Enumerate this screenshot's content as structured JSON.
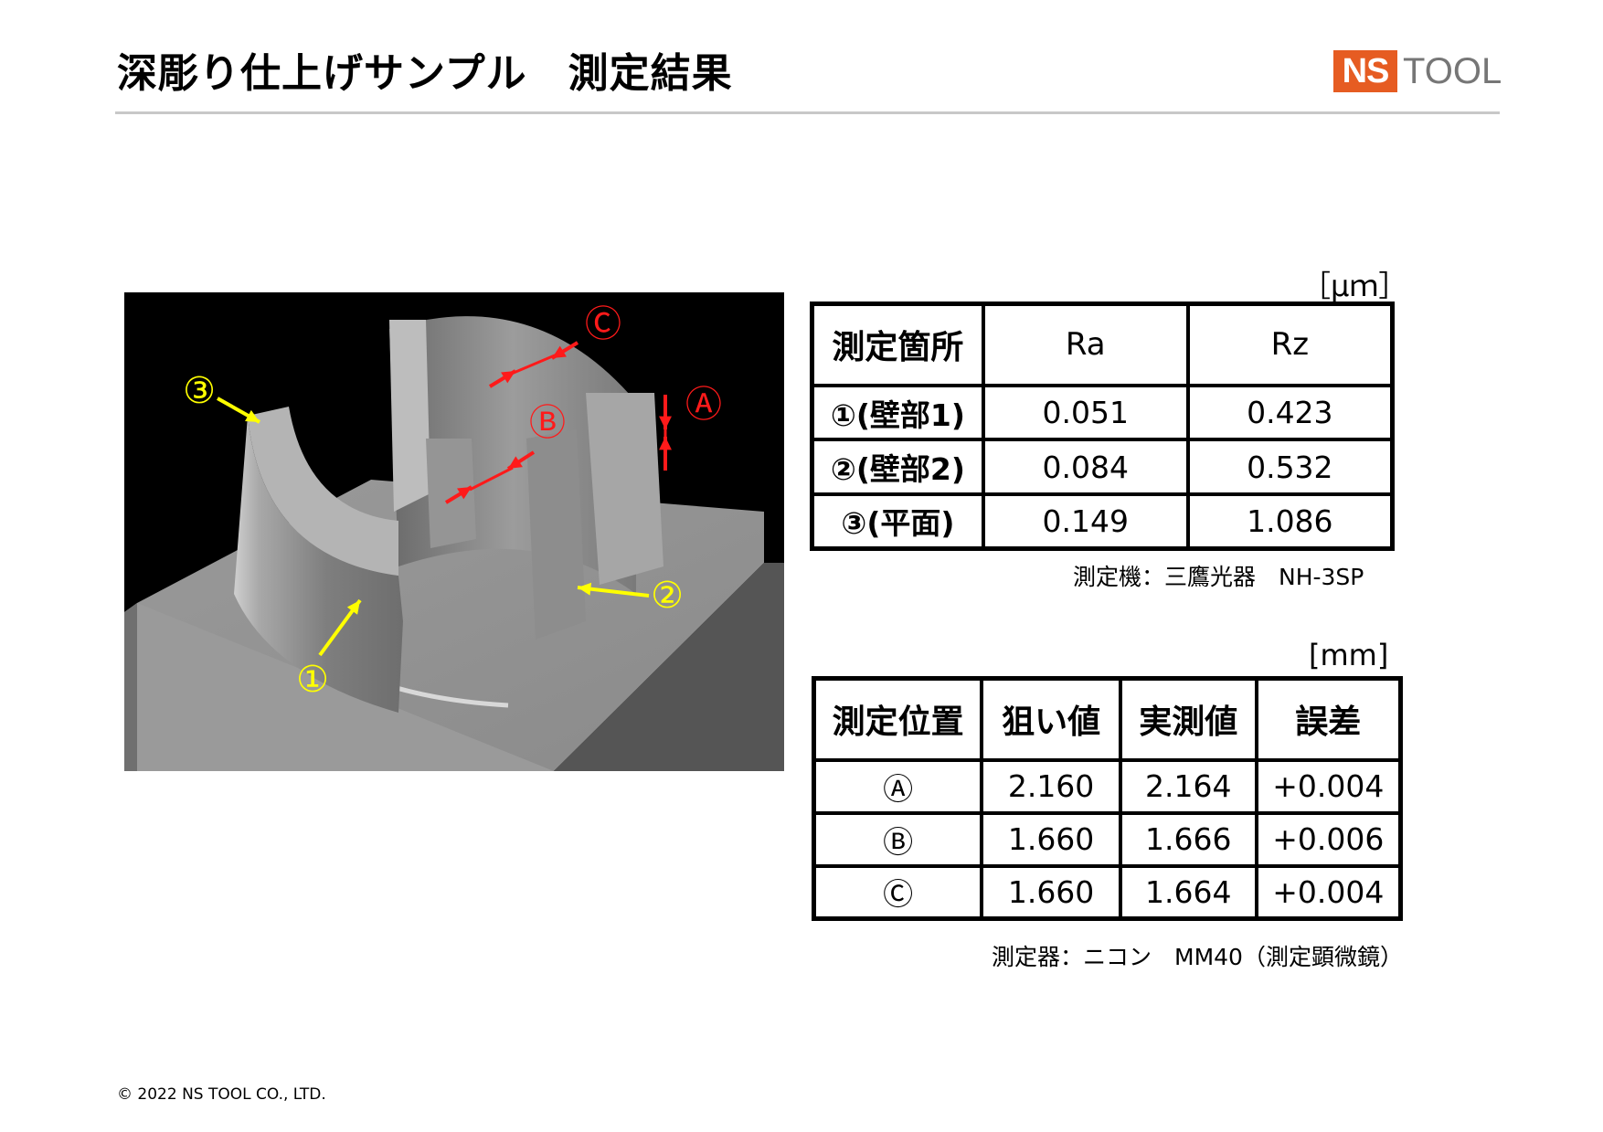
{
  "header": {
    "title": "深彫り仕上げサンプル　測定結果",
    "logo_ns": "NS",
    "logo_tool": "TOOL"
  },
  "figure": {
    "markers": {
      "yellow": [
        "①",
        "②",
        "③"
      ],
      "red": [
        "Ⓐ",
        "Ⓑ",
        "Ⓒ"
      ]
    },
    "colors": {
      "yellow": "#ffff00",
      "red": "#ff1a1a"
    }
  },
  "roughness": {
    "unit": "［μｍ］",
    "headers": [
      "測定箇所",
      "Ra",
      "Rz"
    ],
    "rows": [
      [
        "①(壁部1)",
        "0.051",
        "0.423"
      ],
      [
        "②(壁部2)",
        "0.084",
        "0.532"
      ],
      [
        "③(平面)",
        "0.149",
        "1.086"
      ]
    ],
    "note": "測定機：三鷹光器　NH-3SP"
  },
  "dimension": {
    "unit": "[mm]",
    "headers": [
      "測定位置",
      "狙い値",
      "実測値",
      "誤差"
    ],
    "rows": [
      [
        "Ⓐ",
        "2.160",
        "2.164",
        "+0.004"
      ],
      [
        "Ⓑ",
        "1.660",
        "1.666",
        "+0.006"
      ],
      [
        "Ⓒ",
        "1.660",
        "1.664",
        "+0.004"
      ]
    ],
    "note": "測定器：ニコン　MM40（測定顕微鏡）"
  },
  "footer": {
    "copyright": "© 2022 NS TOOL CO., LTD."
  },
  "colors": {
    "logo_orange": "#e65c22",
    "logo_gray": "#767676",
    "rule": "#c8c8c8"
  }
}
